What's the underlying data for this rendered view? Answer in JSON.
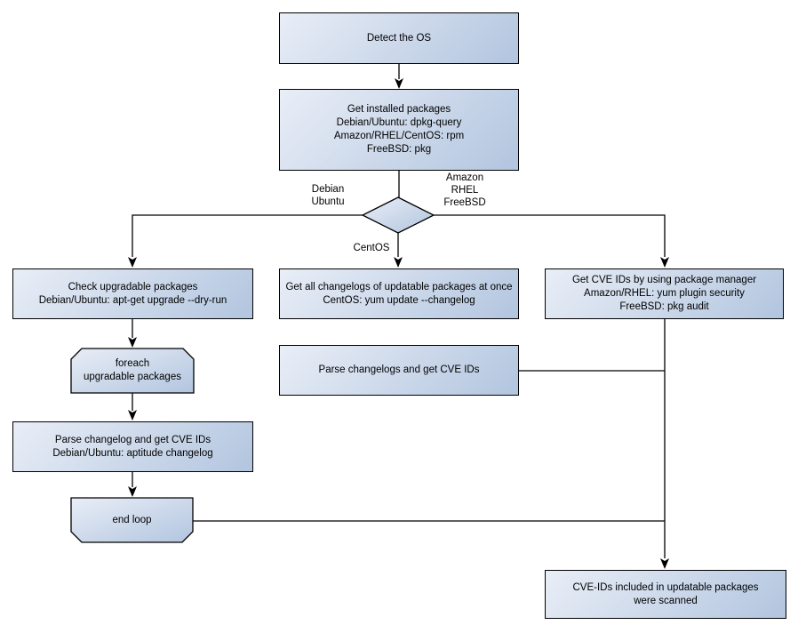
{
  "colors": {
    "background": "#ffffff",
    "fill-light": "#e9eef7",
    "fill-dark": "#b2c5df",
    "border": "#000000",
    "text": "#000000",
    "connector": "#000000"
  },
  "nodes": {
    "detect_os": {
      "lines": [
        "Detect the OS"
      ]
    },
    "get_installed": {
      "lines": [
        "Get installed packages",
        "Debian/Ubuntu: dpkg-query",
        "Amazon/RHEL/CentOS: rpm",
        "FreeBSD: pkg"
      ]
    },
    "check_upgradable": {
      "lines": [
        "Check upgradable packages",
        "Debian/Ubuntu: apt-get upgrade --dry-run"
      ]
    },
    "foreach_loop": {
      "lines": [
        "foreach",
        "upgradable  packages"
      ]
    },
    "parse_changelog": {
      "lines": [
        "Parse changelog and get  CVE IDs",
        "Debian/Ubuntu: aptitude changelog"
      ]
    },
    "end_loop": {
      "lines": [
        "end loop"
      ]
    },
    "get_changelogs": {
      "lines": [
        "Get all changelogs of updatable packages at once",
        "CentOS: yum update --changelog"
      ]
    },
    "parse_changelogs": {
      "lines": [
        "Parse changelogs and get CVE IDs"
      ]
    },
    "get_cve_ids": {
      "lines": [
        "Get CVE IDs by using package manager",
        "Amazon/RHEL: yum plugin security",
        "FreeBSD: pkg audit"
      ]
    },
    "scanned": {
      "lines": [
        "CVE-IDs included in updatable packages",
        "were scanned"
      ]
    }
  },
  "branch_labels": {
    "left": {
      "lines": [
        "Debian",
        "Ubuntu"
      ]
    },
    "right": {
      "lines": [
        "Amazon",
        "RHEL",
        "FreeBSD"
      ]
    },
    "down": "CentOS"
  }
}
